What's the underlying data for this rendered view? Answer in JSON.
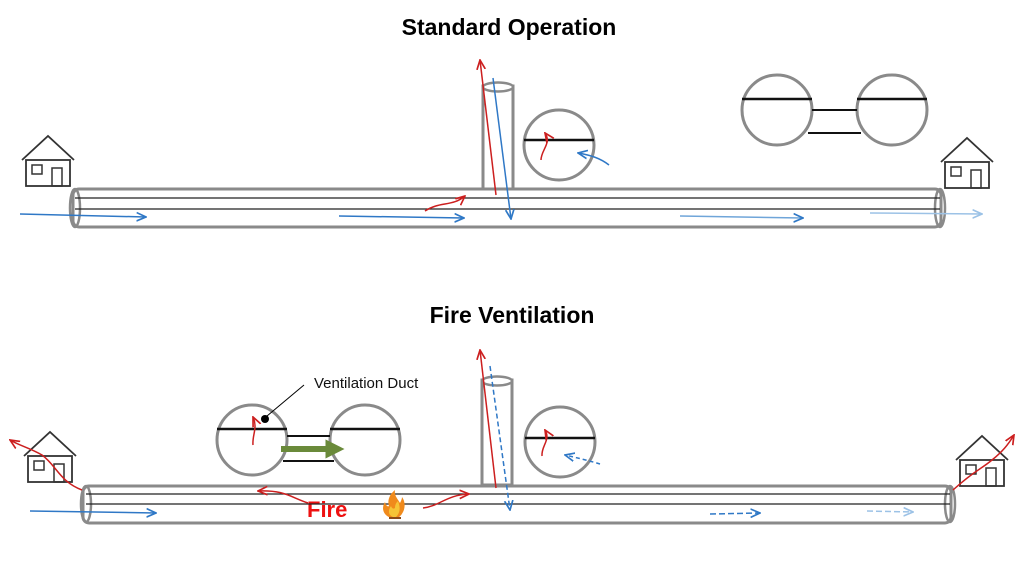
{
  "panels": [
    {
      "title": "Standard Operation"
    },
    {
      "title": "Fire Ventilation"
    }
  ],
  "labels": {
    "ventilation_duct": "Ventilation Duct",
    "fire": "Fire"
  },
  "colors": {
    "tube_outline": "#8a8a8a",
    "fresh_air": "#2f78c6",
    "fresh_air_faded": "#9cc2e6",
    "exhaust": "#cc1f1f",
    "fire_text": "#ee1111",
    "fan_flow_arrow": "#6a8a3a"
  },
  "icons": [
    "house-icon",
    "fire-icon",
    "arrow-icon"
  ]
}
